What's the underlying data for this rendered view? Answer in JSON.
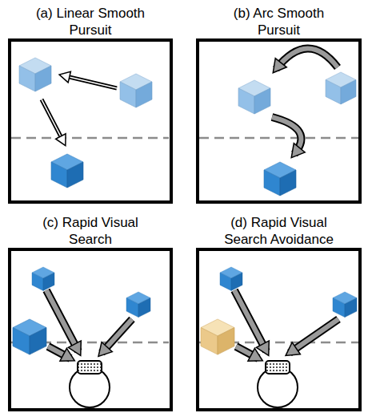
{
  "diagram": {
    "nodes": [
      {
        "text": [
          "(a) Linear Smooth Pursuit"
        ]
      },
      {
        "text": [
          "(b) Arc Smooth Pursuit"
        ]
      },
      {
        "text": [
          "(c) Rapid Visual Search"
        ]
      },
      {
        "text": [
          "(d) Rapid Visual Search Avoidance"
        ]
      }
    ]
  }
}
